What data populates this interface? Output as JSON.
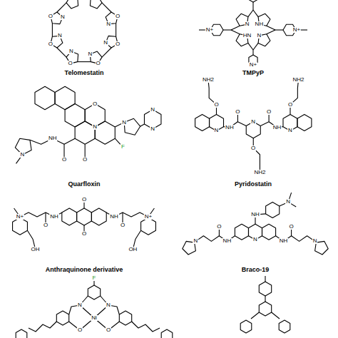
{
  "diagram": {
    "labels": [
      "Telomestatin",
      "TMPyP",
      "Quarfloxin",
      "Pyridostatin",
      "Anthraquinone derivative",
      "Braco-19",
      "O",
      "N",
      "O",
      "N",
      "O",
      "N",
      "O",
      "N",
      "O",
      "N",
      "O",
      "N",
      "N",
      "NH",
      "N",
      "HN",
      "N+",
      "N+",
      "N+",
      "O",
      "N",
      "O",
      "O",
      "NH",
      "N",
      "N",
      "N",
      "N",
      "F",
      "N",
      "O",
      "O",
      "NH",
      "NH",
      "N",
      "N",
      "O",
      "O",
      "NH2",
      "NH2",
      "O",
      "NH2",
      "O",
      "O",
      "NH",
      "NH",
      "O",
      "O",
      "N+",
      "N+",
      "OH",
      "OH",
      "NH",
      "N",
      "N",
      "NH",
      "NH",
      "O",
      "O",
      "N",
      "N",
      "F",
      "N",
      "N",
      "Ni",
      "O",
      "O"
    ]
  }
}
